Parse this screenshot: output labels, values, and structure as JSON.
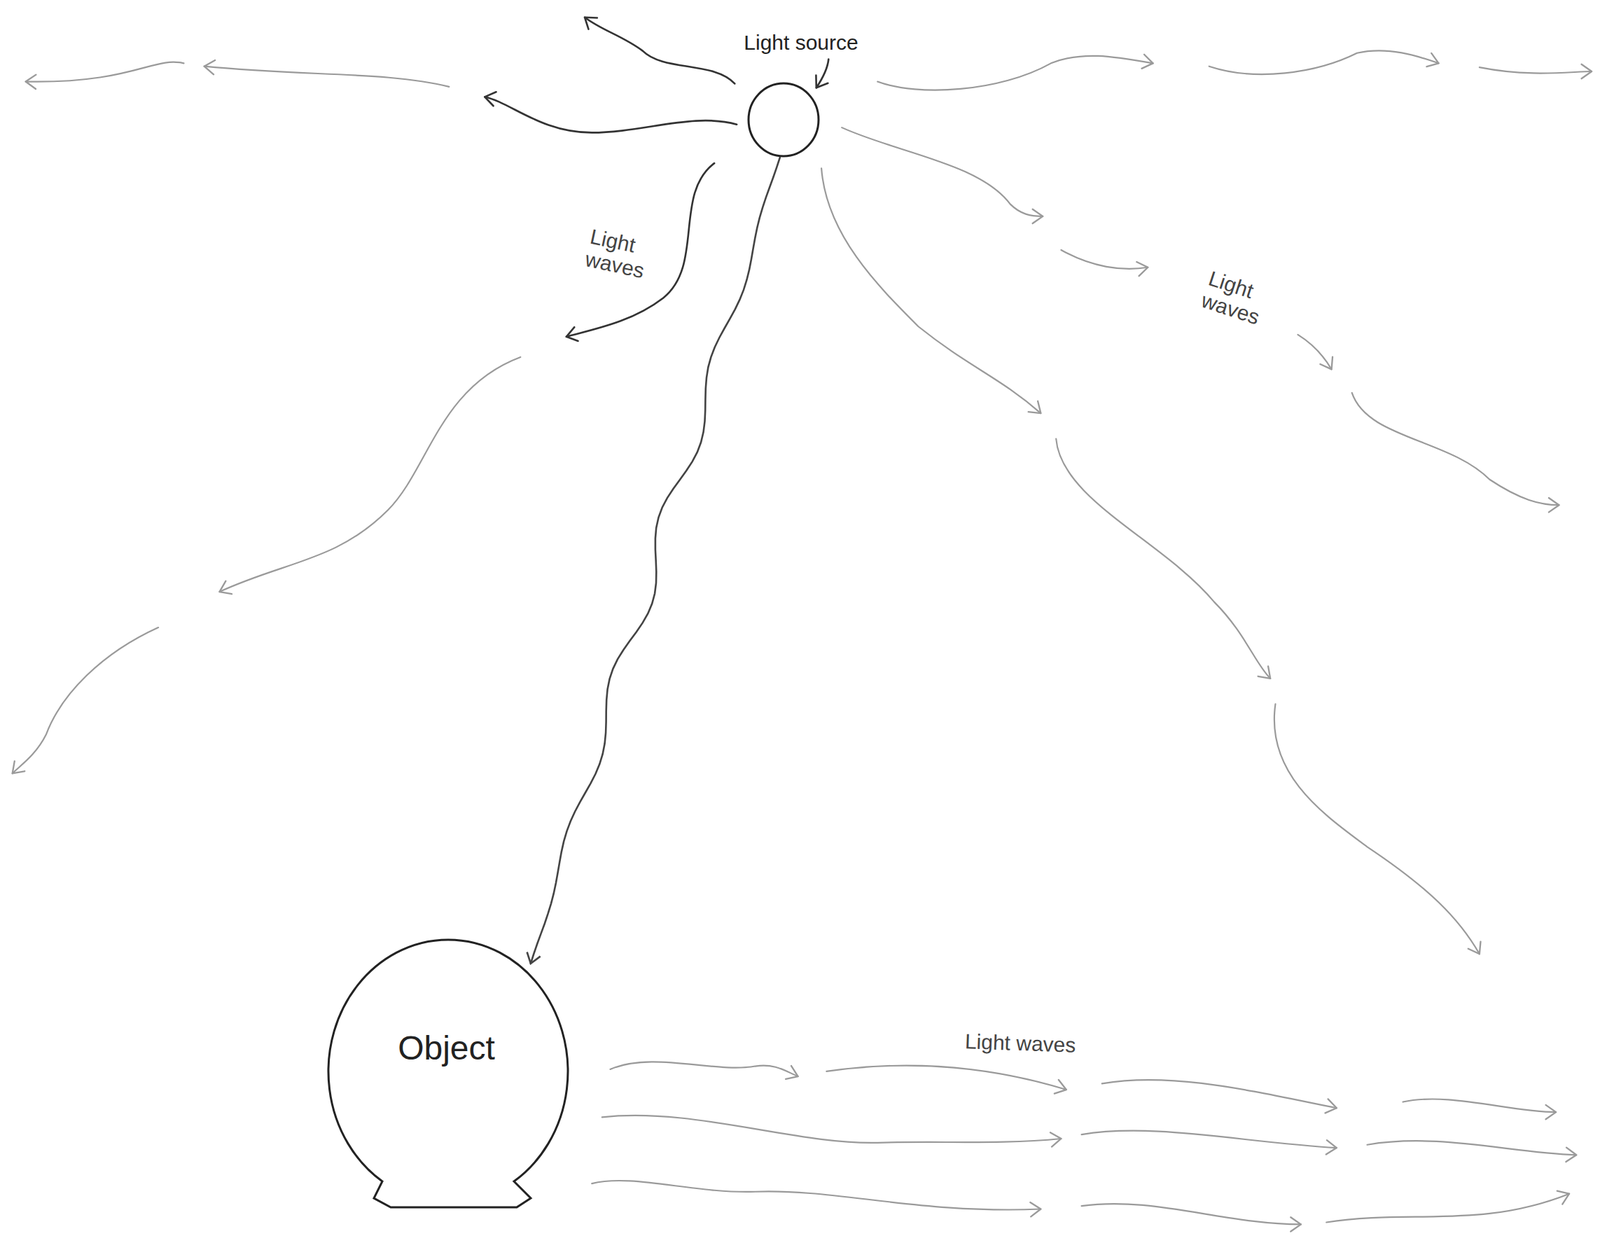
{
  "diagram": {
    "nodes": [
      {
        "text": [
          "Light source"
        ]
      },
      {
        "text": [
          "Object"
        ]
      }
    ],
    "edges": [
      {
        "from": 0,
        "to": 1,
        "arrow": "to"
      }
    ],
    "labels": [
      "Light waves",
      "Light waves",
      "Light waves"
    ]
  }
}
